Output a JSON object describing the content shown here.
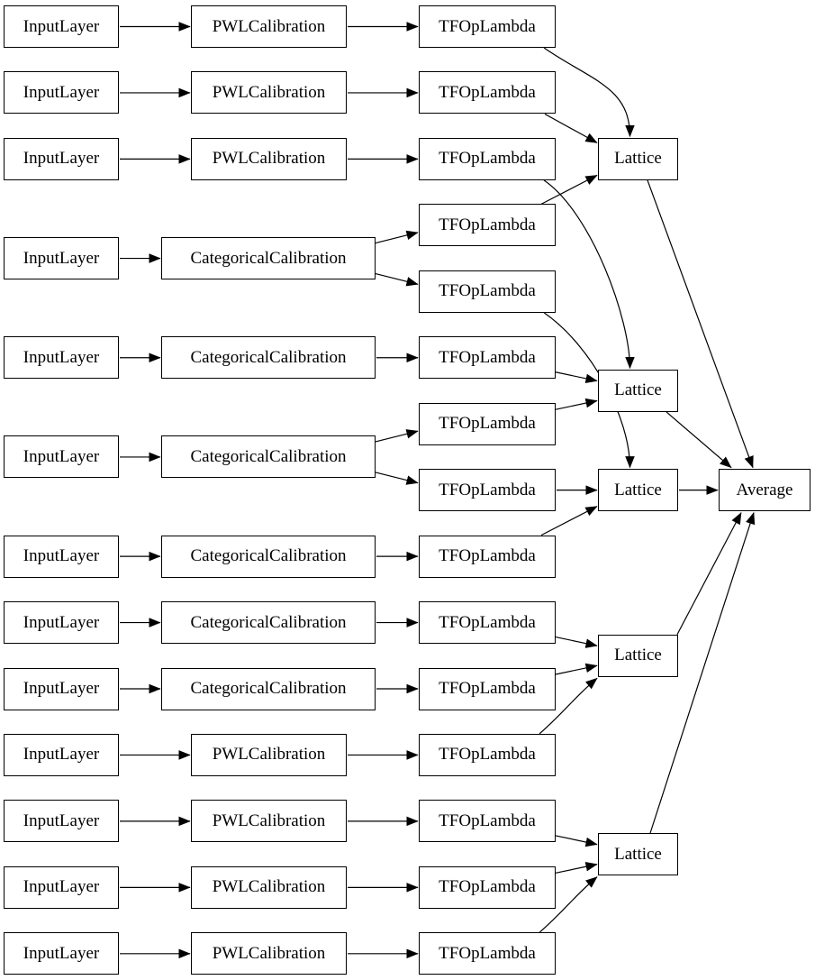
{
  "diagram": {
    "type": "model-graph",
    "background_color": "#ffffff",
    "node_fill_color": "#ffffff",
    "node_border_color": "#000000",
    "edge_color": "#000000",
    "text_color": "#000000",
    "labels": {
      "input": "InputLayer",
      "pwl": "PWLCalibration",
      "categorical": "CategoricalCalibration",
      "lambda": "TFOpLambda",
      "lattice": "Lattice",
      "average": "Average"
    },
    "feature_rows": [
      {
        "calibration": "pwl",
        "slot": 0,
        "lambda_slots": [
          0
        ]
      },
      {
        "calibration": "pwl",
        "slot": 1,
        "lambda_slots": [
          1
        ]
      },
      {
        "calibration": "pwl",
        "slot": 2,
        "lambda_slots": [
          2
        ]
      },
      {
        "calibration": "categorical",
        "slot": 3.5,
        "lambda_slots": [
          3,
          4
        ]
      },
      {
        "calibration": "categorical",
        "slot": 5,
        "lambda_slots": [
          5
        ]
      },
      {
        "calibration": "categorical",
        "slot": 6.5,
        "lambda_slots": [
          6,
          7
        ]
      },
      {
        "calibration": "categorical",
        "slot": 8,
        "lambda_slots": [
          8
        ]
      },
      {
        "calibration": "categorical",
        "slot": 9,
        "lambda_slots": [
          9
        ]
      },
      {
        "calibration": "categorical",
        "slot": 10,
        "lambda_slots": [
          10
        ]
      },
      {
        "calibration": "pwl",
        "slot": 11,
        "lambda_slots": [
          11
        ]
      },
      {
        "calibration": "pwl",
        "slot": 12,
        "lambda_slots": [
          12
        ]
      },
      {
        "calibration": "pwl",
        "slot": 13,
        "lambda_slots": [
          13
        ]
      },
      {
        "calibration": "pwl",
        "slot": 14,
        "lambda_slots": [
          14
        ]
      }
    ],
    "lattices": [
      {
        "slot": 2,
        "input_lambda_slots": [
          0,
          1,
          3
        ]
      },
      {
        "slot": 5.5,
        "input_lambda_slots": [
          2,
          5,
          6
        ]
      },
      {
        "slot": 7,
        "input_lambda_slots": [
          4,
          7,
          8
        ]
      },
      {
        "slot": 9.5,
        "input_lambda_slots": [
          9,
          10,
          11
        ]
      },
      {
        "slot": 12.5,
        "input_lambda_slots": [
          12,
          13,
          14
        ]
      }
    ],
    "average": {
      "slot": 7
    }
  }
}
